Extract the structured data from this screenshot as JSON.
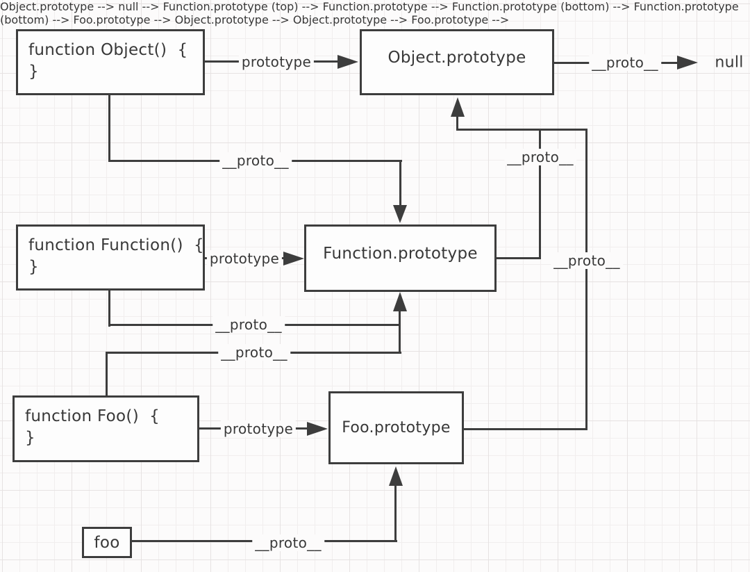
{
  "diagram": {
    "boxes": {
      "fn_object": {
        "line1": "function Object()  {",
        "line2": "}"
      },
      "object_prototype": {
        "label": "Object.prototype"
      },
      "fn_function": {
        "line1": "function Function()  {",
        "line2": "}"
      },
      "function_prototype": {
        "label": "Function.prototype"
      },
      "fn_foo": {
        "line1": "function Foo()  {",
        "line2": "}"
      },
      "foo_prototype": {
        "label": "Foo.prototype"
      },
      "foo_instance": {
        "label": "foo"
      }
    },
    "edges": {
      "object_fn_prototype": {
        "label": "prototype"
      },
      "object_prototype_to_null": {
        "label": "__proto__"
      },
      "object_fn_to_function_prototype": {
        "label": "__proto__"
      },
      "function_fn_prototype": {
        "label": "prototype"
      },
      "function_fn_to_function_prototype": {
        "label": "__proto__"
      },
      "foo_fn_to_function_prototype": {
        "label": "__proto__"
      },
      "foo_fn_prototype": {
        "label": "prototype"
      },
      "function_prototype_to_object_prototype": {
        "label": "__proto__"
      },
      "foo_prototype_to_object_prototype": {
        "label": "__proto__"
      },
      "foo_instance_to_foo_prototype": {
        "label": "__proto__"
      }
    },
    "terminals": {
      "null": "null"
    }
  },
  "colors": {
    "line": "#3d3d3d",
    "ink": "#383838",
    "bg": "#fcfbfb",
    "grid-minor": "#f1eeee",
    "grid-major": "#e6e2e2"
  }
}
